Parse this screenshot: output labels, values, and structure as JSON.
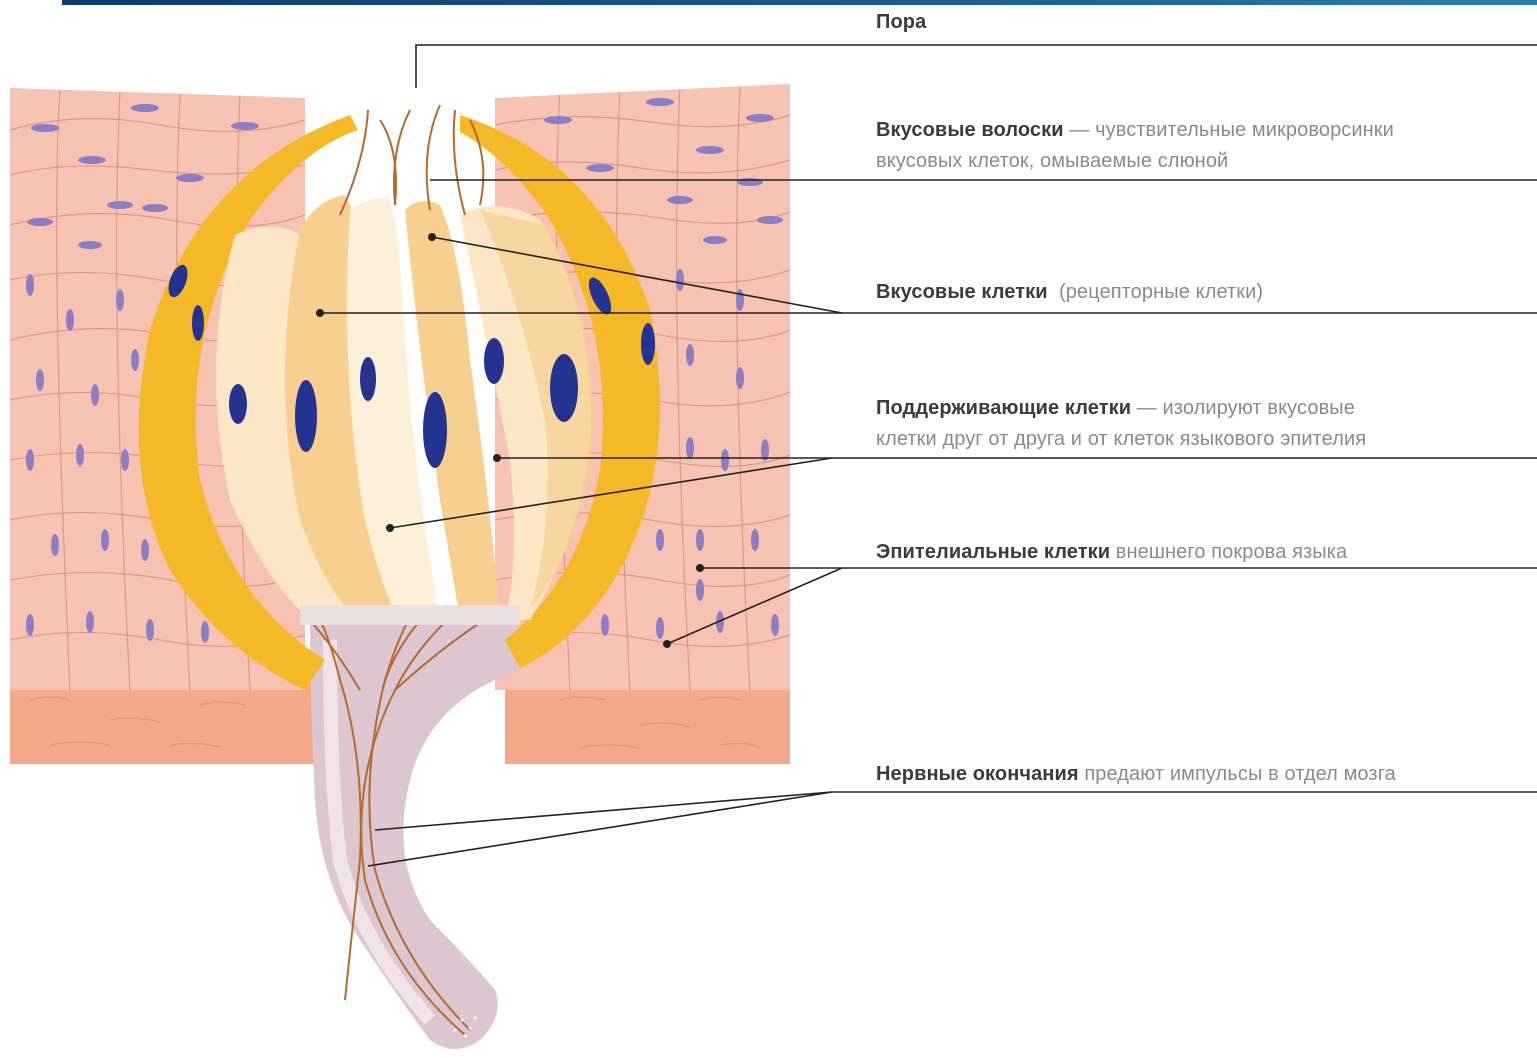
{
  "labels": {
    "pore": {
      "title": "Пора"
    },
    "taste_hairs": {
      "title": "Вкусовые волоски",
      "desc_line1": " — чувствительные микроворсинки",
      "desc_line2": "вкусовых клеток, омываемые слюной"
    },
    "taste_cells": {
      "title": "Вкусовые клетки",
      "desc": "  (рецепторные клетки)"
    },
    "supporting_cells": {
      "title": "Поддерживающие клетки",
      "desc_line1": " — изолируют вкусовые",
      "desc_line2": "клетки друг от друга и от клеток языкового эпителия"
    },
    "epithelial_cells": {
      "title": "Эпителиальные клетки",
      "desc": " внешнего покрова языка"
    },
    "nerve_endings": {
      "title": "Нервные окончания",
      "desc": " предают импульсы в отдел мозга"
    }
  },
  "colors": {
    "accent_bar": "#0c3a6e",
    "epithelium": "#f6c2b2",
    "epithelium_nuclei": "#8a7fc6",
    "dermis": "#f2a98a",
    "bud_outer": "#f5b927",
    "bud_inner": "#fbe6c6",
    "cell_nuclei": "#24338f",
    "nerve_sheath": "#dcc6cf",
    "nerve_fibers": "#b56a2c",
    "leader_lines": "#222222"
  }
}
